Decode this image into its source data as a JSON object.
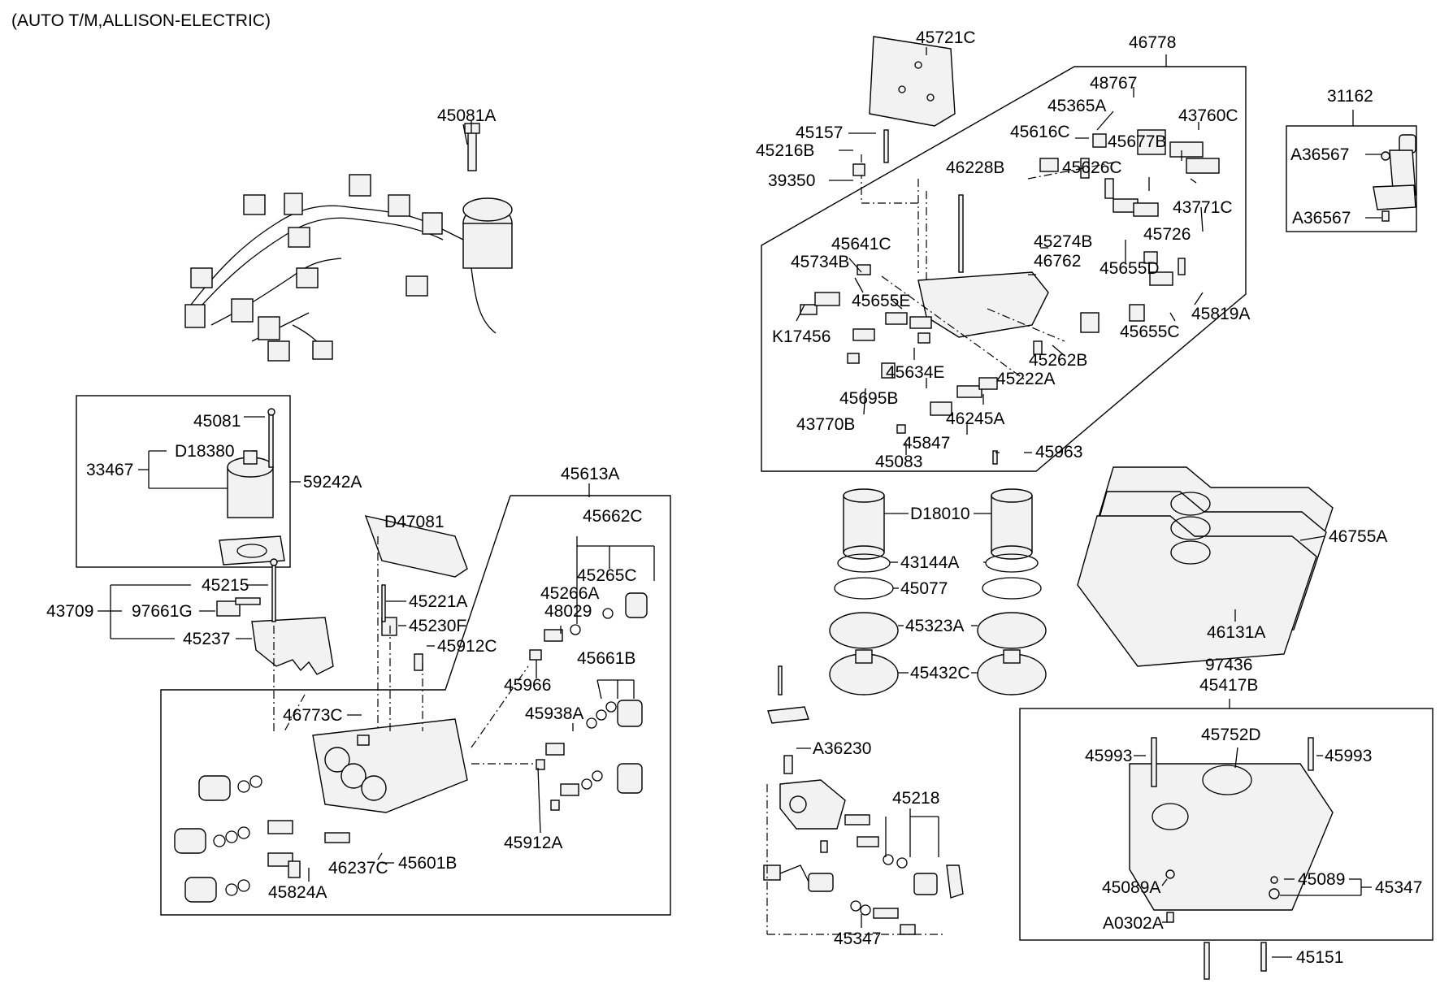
{
  "header": "(AUTO T/M,ALLISON-ELECTRIC)",
  "part_numbers": {
    "p45081A": "45081A",
    "p45081": "45081",
    "p33467": "33467",
    "pD18380": "D18380",
    "p59242A": "59242A",
    "p45215": "45215",
    "p43709": "43709",
    "p97661G": "97661G",
    "p45237": "45237",
    "pD47081": "D47081",
    "p45221A": "45221A",
    "p45230F": "45230F",
    "p45912C": "45912C",
    "p46773C": "46773C",
    "p46237C": "46237C",
    "p45601B": "45601B",
    "p45824A": "45824A",
    "p45613A": "45613A",
    "p45662C": "45662C",
    "p45265C": "45265C",
    "p45266A": "45266A",
    "p48029": "48029",
    "p45966": "45966",
    "p45661B": "45661B",
    "p45938A": "45938A",
    "p45912A": "45912A",
    "p45721C": "45721C",
    "p46778": "46778",
    "p48767": "48767",
    "p45365A": "45365A",
    "p43760C": "43760C",
    "p45157": "45157",
    "p45616C": "45616C",
    "p45677B": "45677B",
    "p45216B": "45216B",
    "p46228B": "46228B",
    "p45626C": "45626C",
    "p39350": "39350",
    "p43771C": "43771C",
    "p45726": "45726",
    "p45274B": "45274B",
    "p45641C": "45641C",
    "p46762": "46762",
    "p45734B": "45734B",
    "p45655D": "45655D",
    "p45655E": "45655E",
    "p45819A": "45819A",
    "pK17456": "K17456",
    "p45655C": "45655C",
    "p45262B": "45262B",
    "p45634E": "45634E",
    "p45222A": "45222A",
    "p45695B": "45695B",
    "p43770B": "43770B",
    "p46245A": "46245A",
    "p45847": "45847",
    "p45963": "45963",
    "p45083": "45083",
    "p31162": "31162",
    "pA36567a": "A36567",
    "pA36567b": "A36567",
    "pD18010": "D18010",
    "p43144A": "43144A",
    "p45077": "45077",
    "p45323A": "45323A",
    "p45432C": "45432C",
    "p46755A": "46755A",
    "p46131A": "46131A",
    "p97436": "97436",
    "p45417B": "45417B",
    "pA36230": "A36230",
    "p45218": "45218",
    "p45347a": "45347",
    "p45993a": "45993",
    "p45752D": "45752D",
    "p45993b": "45993",
    "p45089A": "45089A",
    "p45089": "45089",
    "p45347b": "45347",
    "pA0302A": "A0302A",
    "p45151": "45151"
  }
}
